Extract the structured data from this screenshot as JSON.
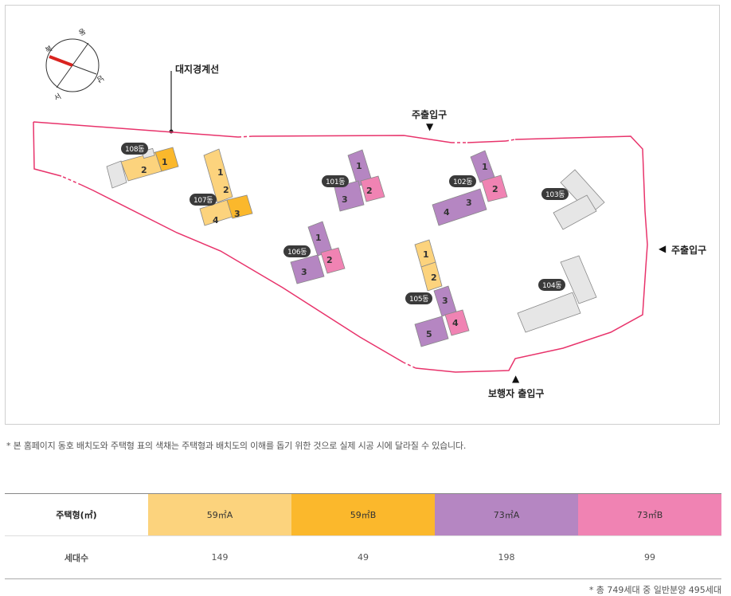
{
  "map": {
    "boundary_label": "대지경계선",
    "entrances": {
      "top": "주출입구",
      "right": "주출입구",
      "bottom": "보행자 출입구"
    },
    "compass": {
      "north": "북",
      "east": "동",
      "south": "남",
      "west": "서"
    },
    "buildings": {
      "b108": "108동",
      "b107": "107동",
      "b101": "101동",
      "b102": "102동",
      "b103": "103동",
      "b106": "106동",
      "b105": "105동",
      "b104": "104동"
    },
    "colors": {
      "59A": "#fcd37d",
      "59B": "#fbb82c",
      "73A": "#b586c2",
      "73B": "#f083b3",
      "common": "#e6e6e6",
      "boundary": "#e8336b"
    }
  },
  "note_top": "* 본 홈페이지 동호 배치도와 주택형 표의 색채는 주택형과 배치도의 이해를 돕기 위한 것으로 실제 시공 시에 달라질 수 있습니다.",
  "table": {
    "header_label": "주택형(㎡)",
    "types": [
      "59㎡A",
      "59㎡B",
      "73㎡A",
      "73㎡B"
    ],
    "count_label": "세대수",
    "counts": [
      "149",
      "49",
      "198",
      "99"
    ]
  },
  "note_bottom": "* 총 749세대 중 일반분양 495세대"
}
